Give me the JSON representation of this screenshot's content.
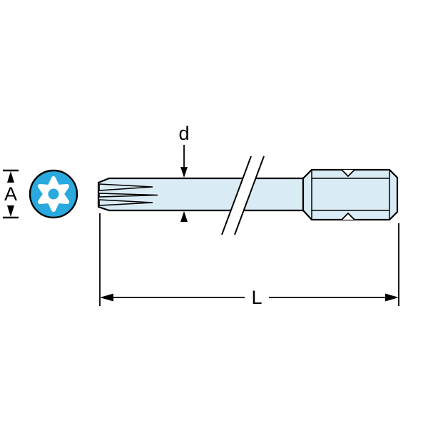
{
  "drawing": {
    "labels": {
      "section_diameter": "A",
      "shaft_diameter": "d",
      "overall_length": "L"
    },
    "colors": {
      "outline": "#000000",
      "bit_body": "#d9ecf6",
      "torx_section": "#29a9dd",
      "background": "#ffffff"
    }
  }
}
